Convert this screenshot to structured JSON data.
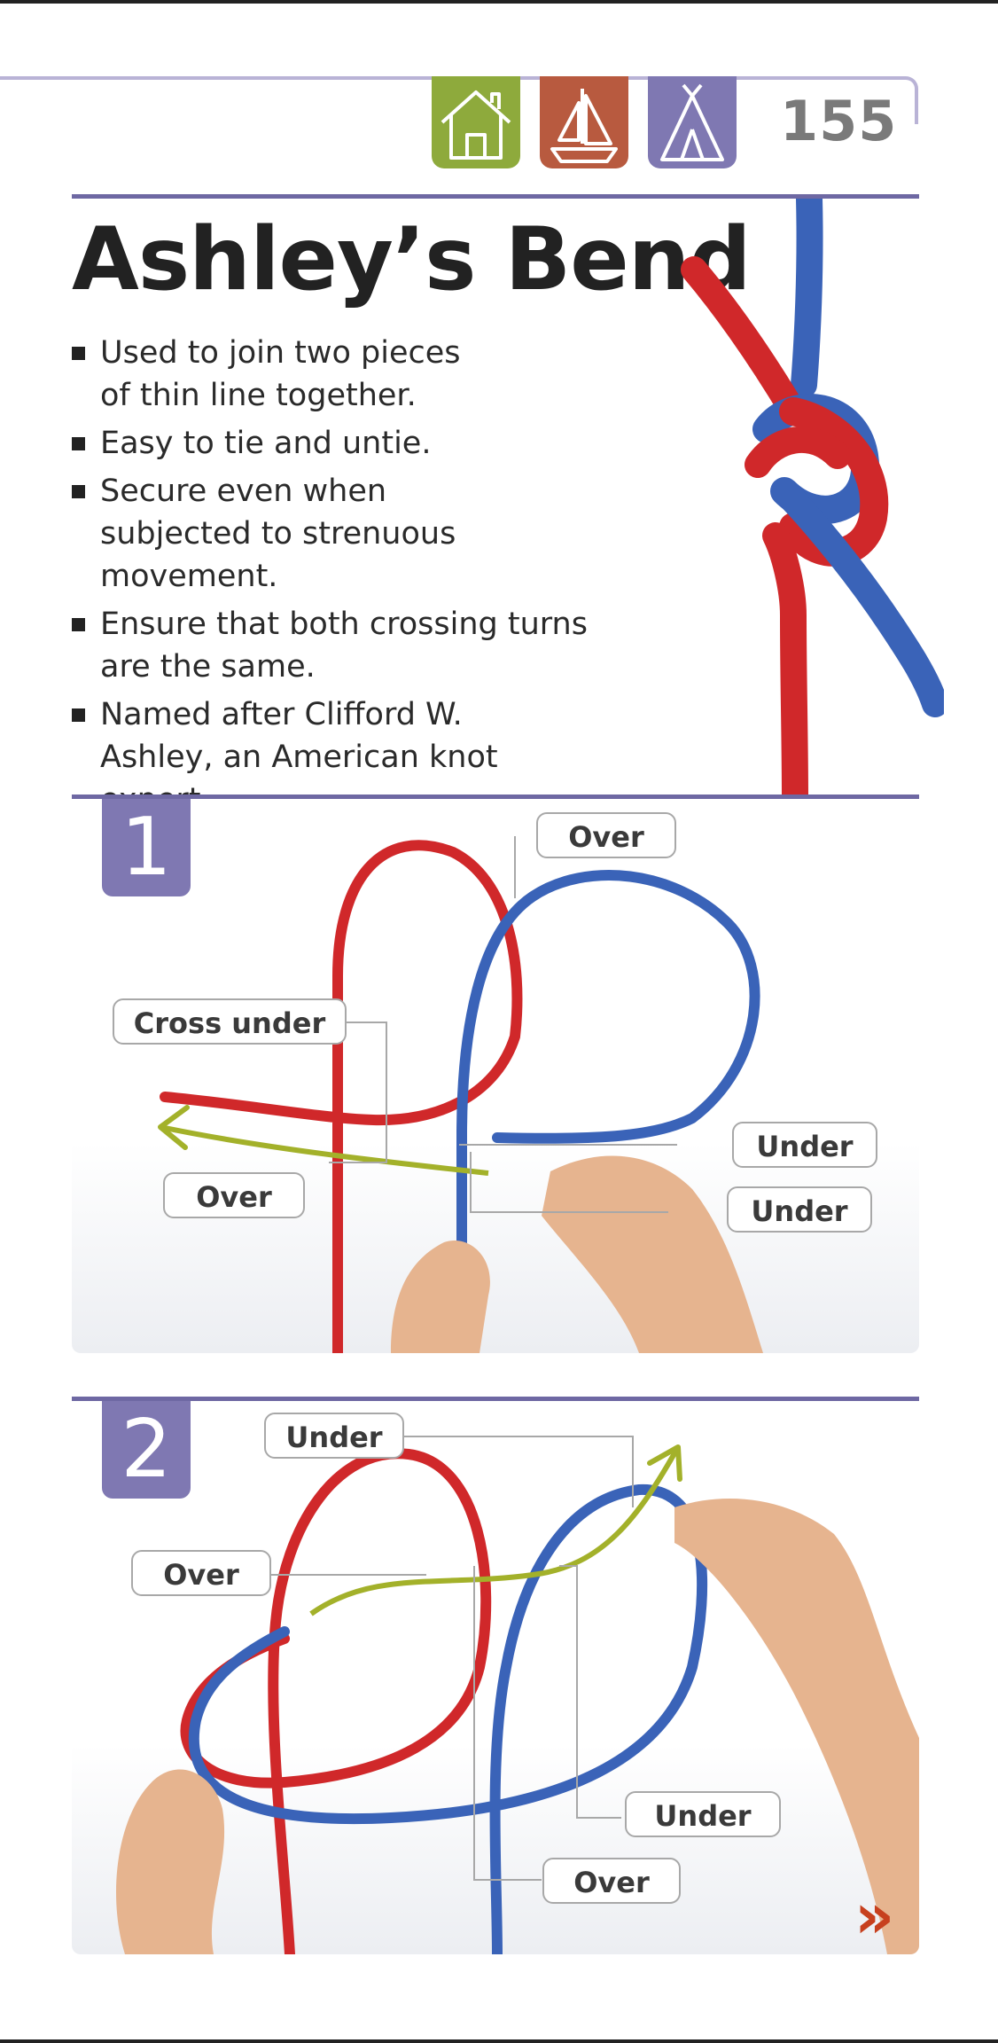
{
  "page": {
    "number": "155"
  },
  "categories": [
    {
      "name": "home-icon",
      "color": "#8eaa3c"
    },
    {
      "name": "sailboat-icon",
      "color": "#b85a3f"
    },
    {
      "name": "tent-icon",
      "color": "#7f78b2"
    }
  ],
  "title": "Ashley’s Bend",
  "bullets": [
    "Used to join two pieces of thin line together.",
    "Easy to tie and untie.",
    "Secure even when subjected to strenuous movement.",
    "Ensure that both crossing turns are the same.",
    "Named after Clifford W. Ashley, an American knot expert."
  ],
  "step1": {
    "number": "1",
    "labels": {
      "over_top": "Over",
      "cross_under": "Cross under",
      "over_left": "Over",
      "under_1": "Under",
      "under_2": "Under"
    }
  },
  "step2": {
    "number": "2",
    "labels": {
      "under_top": "Under",
      "over_left": "Over",
      "under_right": "Under",
      "over_bottom": "Over"
    }
  },
  "nav": {
    "continue": "»"
  },
  "colors": {
    "rope_red": "#d0282a",
    "rope_blue": "#3a63b8",
    "arrow": "#a3b12a",
    "accent": "#6e68a3"
  }
}
